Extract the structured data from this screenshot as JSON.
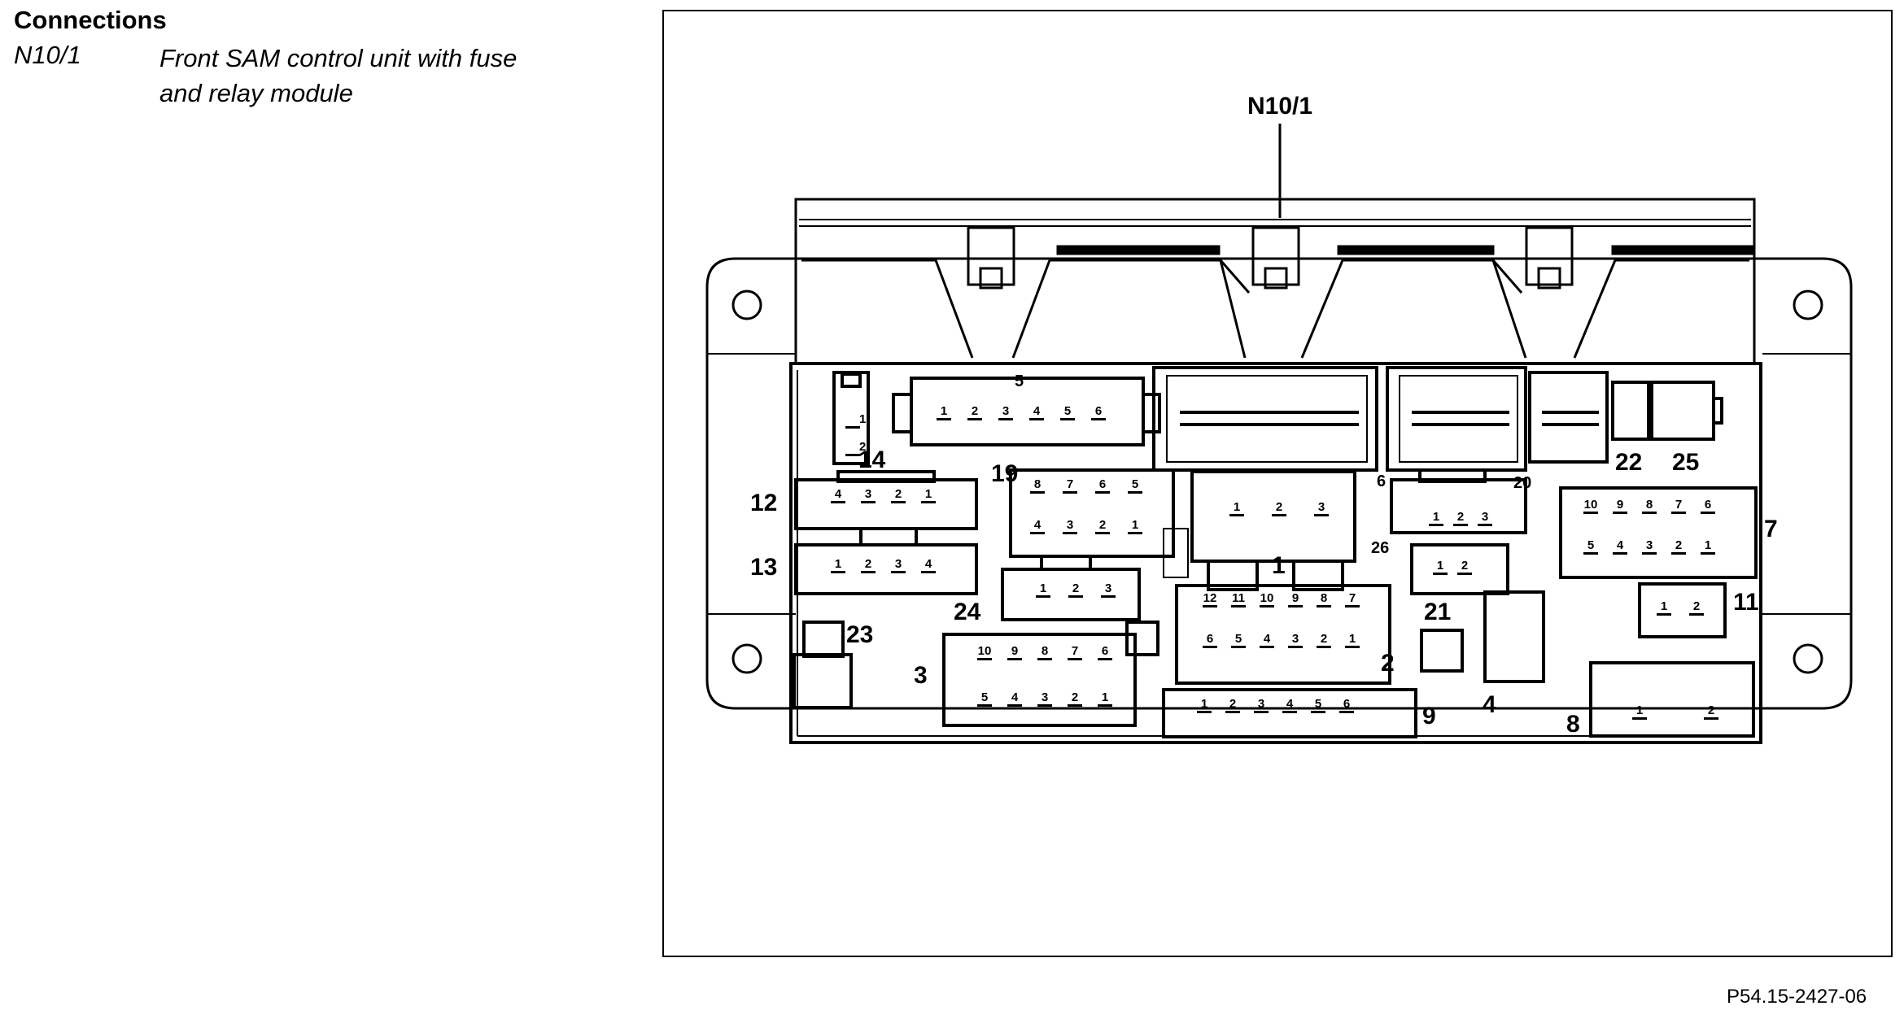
{
  "heading": "Connections",
  "legend": {
    "code": "N10/1",
    "description_line1": "Front SAM control unit with fuse",
    "description_line2": "and relay module"
  },
  "diagram": {
    "component_label": "N10/1",
    "connector_numbers": {
      "c1": "1",
      "c2": "2",
      "c3": "3",
      "c4": "4",
      "c5": "5",
      "c6": "6",
      "c7": "7",
      "c8": "8",
      "c9": "9",
      "c11": "11",
      "c12": "12",
      "c13": "13",
      "c14": "14",
      "c19": "19",
      "c20": "20",
      "c21": "21",
      "c22": "22",
      "c23": "23",
      "c24": "24",
      "c25": "25",
      "c26": "26"
    },
    "pins": {
      "p5": [
        "1",
        "2",
        "3",
        "4",
        "5",
        "6"
      ],
      "p12": [
        "4",
        "3",
        "2",
        "1"
      ],
      "p13": [
        "1",
        "2",
        "3",
        "4"
      ],
      "p19top": [
        "8",
        "7",
        "6",
        "5"
      ],
      "p19bot": [
        "4",
        "3",
        "2",
        "1"
      ],
      "p24": [
        "1",
        "2",
        "3"
      ],
      "p3top": [
        "10",
        "9",
        "8",
        "7",
        "6"
      ],
      "p3bot": [
        "5",
        "4",
        "3",
        "2",
        "1"
      ],
      "p1": [
        "1",
        "2",
        "3"
      ],
      "p2top": [
        "12",
        "11",
        "10",
        "9",
        "8",
        "7"
      ],
      "p2bot": [
        "6",
        "5",
        "4",
        "3",
        "2",
        "1"
      ],
      "p9": [
        "1",
        "2",
        "3",
        "4",
        "5",
        "6"
      ],
      "p6": [
        "1",
        "2",
        "3"
      ],
      "p21": [
        "1",
        "2"
      ],
      "p7top": [
        "10",
        "9",
        "8",
        "7",
        "6"
      ],
      "p7bot": [
        "5",
        "4",
        "3",
        "2",
        "1"
      ],
      "p11": [
        "1",
        "2"
      ],
      "p8": [
        "1",
        "2"
      ],
      "p14": [
        "1",
        "2"
      ]
    }
  },
  "figure_ref": "P54.15-2427-06"
}
